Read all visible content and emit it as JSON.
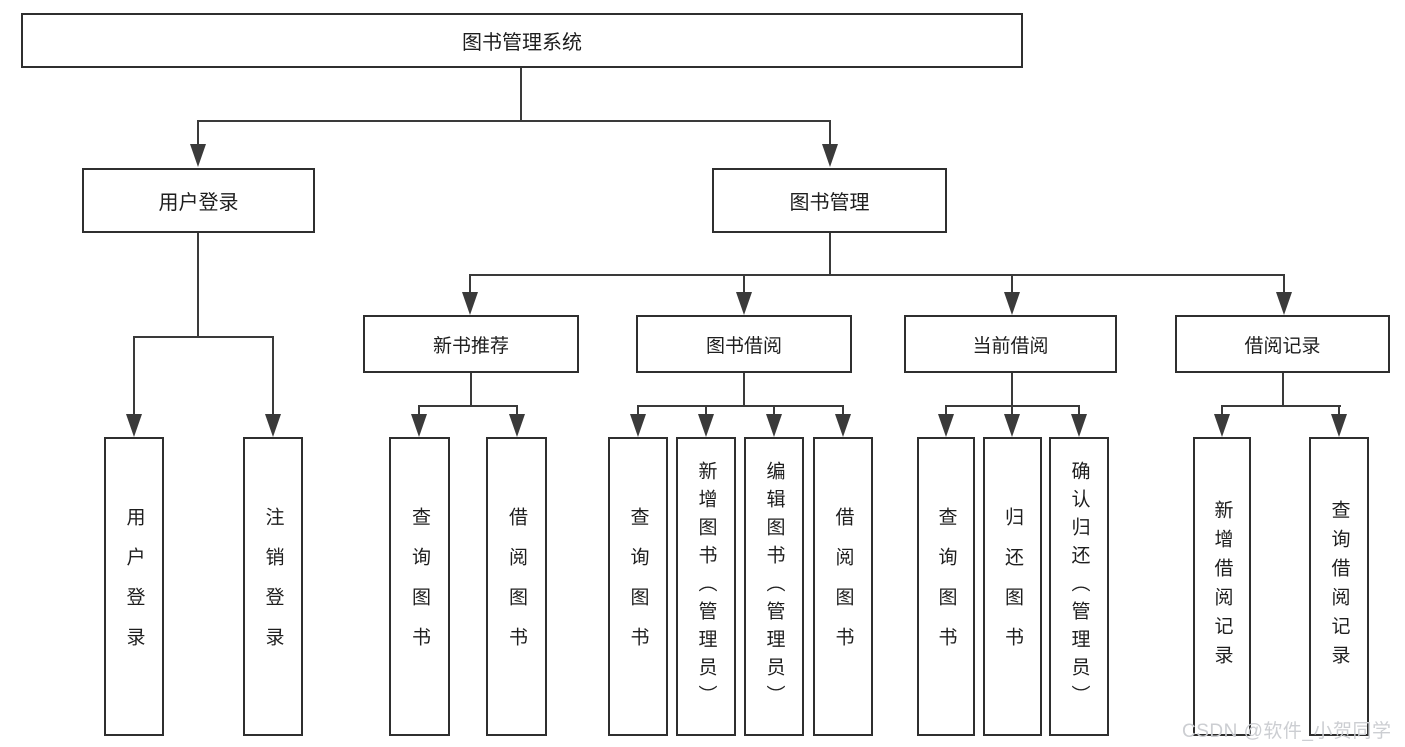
{
  "root": {
    "label": "图书管理系统"
  },
  "branches": [
    {
      "label": "用户登录",
      "children": [
        {
          "label": "用户登录"
        },
        {
          "label": "注销登录"
        }
      ]
    },
    {
      "label": "图书管理",
      "children": [
        {
          "label": "新书推荐",
          "children": [
            {
              "label": "查询图书"
            },
            {
              "label": "借阅图书"
            }
          ]
        },
        {
          "label": "图书借阅",
          "children": [
            {
              "label": "查询图书"
            },
            {
              "label": "新增图书（管理员）"
            },
            {
              "label": "编辑图书（管理员）"
            },
            {
              "label": "借阅图书"
            }
          ]
        },
        {
          "label": "当前借阅",
          "children": [
            {
              "label": "查询图书"
            },
            {
              "label": "归还图书"
            },
            {
              "label": "确认归还（管理员）"
            }
          ]
        },
        {
          "label": "借阅记录",
          "children": [
            {
              "label": "新增借阅记录"
            },
            {
              "label": "查询借阅记录"
            }
          ]
        }
      ]
    }
  ],
  "watermark": {
    "text": "CSDN @软件_小贺同学"
  },
  "colors": {
    "line": "#3a3a3a",
    "box_border": "#2f2f2f",
    "text": "#1e1e1e",
    "watermark": "#ccced2",
    "background": "#ffffff"
  }
}
